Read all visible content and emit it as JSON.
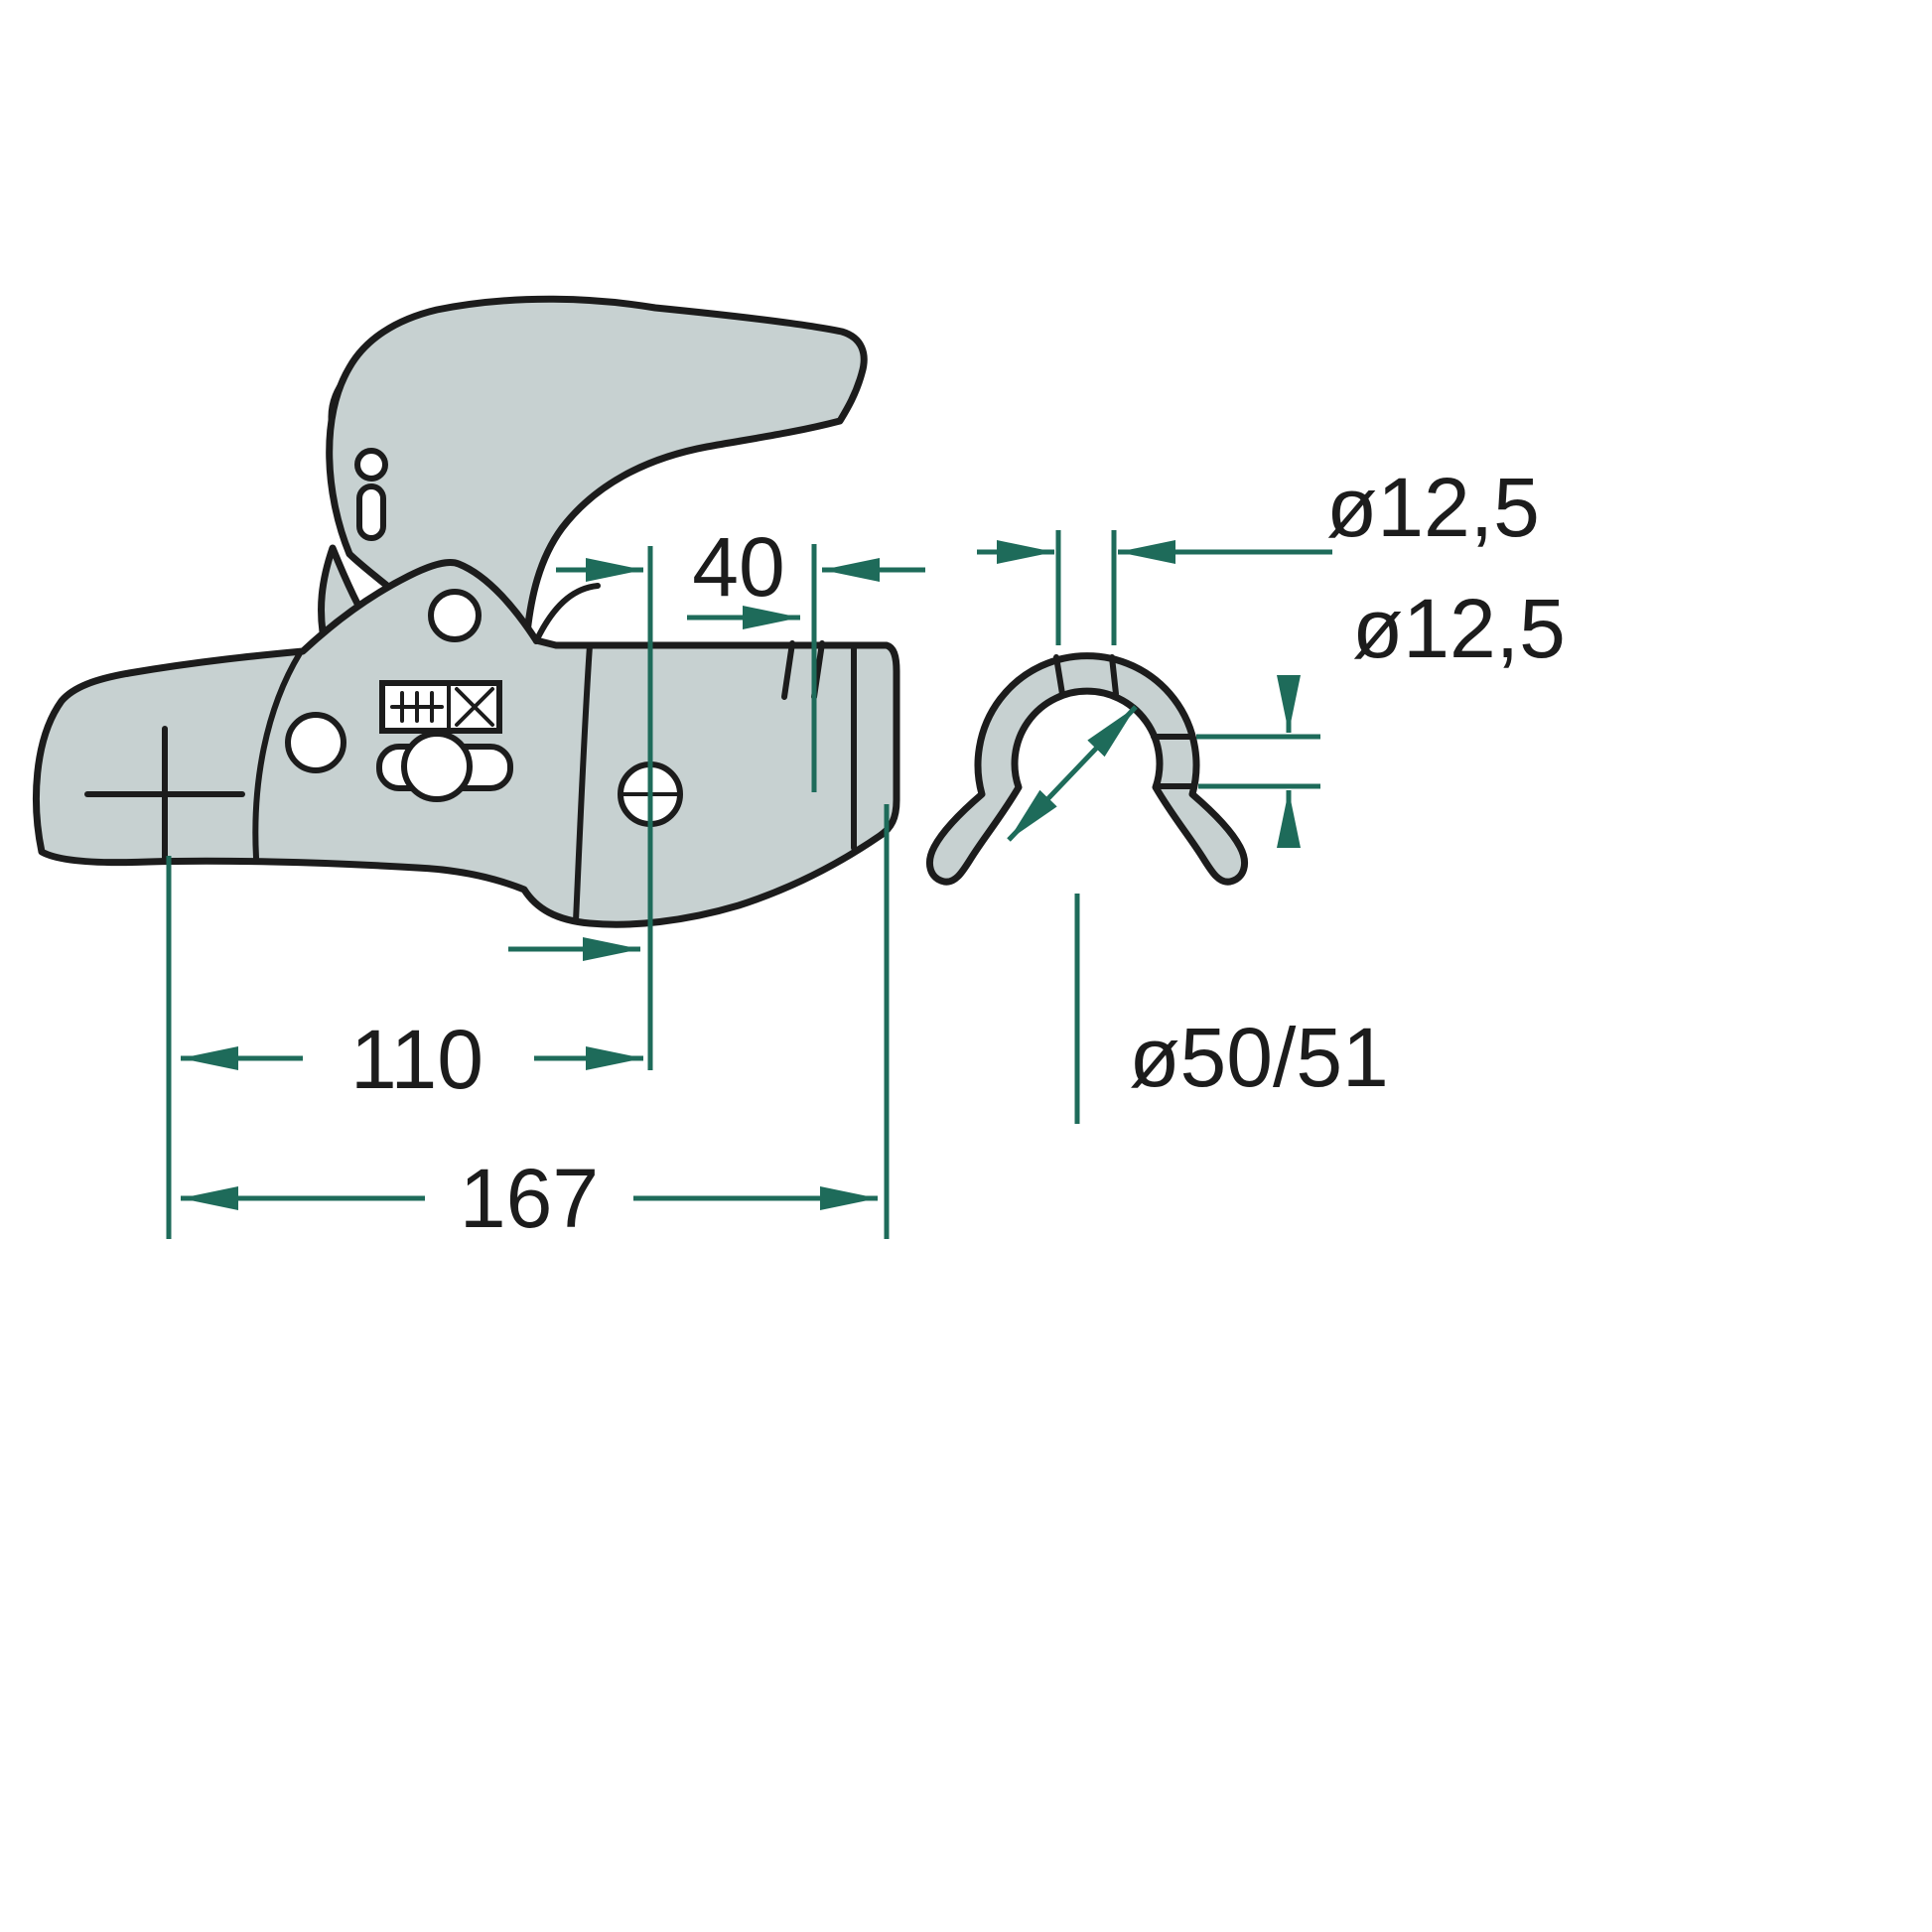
{
  "diagram": {
    "colors": {
      "background": "#ffffff",
      "outline": "#1c1c1c",
      "fill": "#c7d1d1",
      "dimension": "#1e6b5a",
      "text": "#1c1c1c"
    },
    "labels": {
      "dim_40": "40",
      "dim_110": "110",
      "dim_167": "167",
      "hole_top": "ø12,5",
      "hole_side": "ø12,5",
      "ball": "ø50/51"
    }
  }
}
